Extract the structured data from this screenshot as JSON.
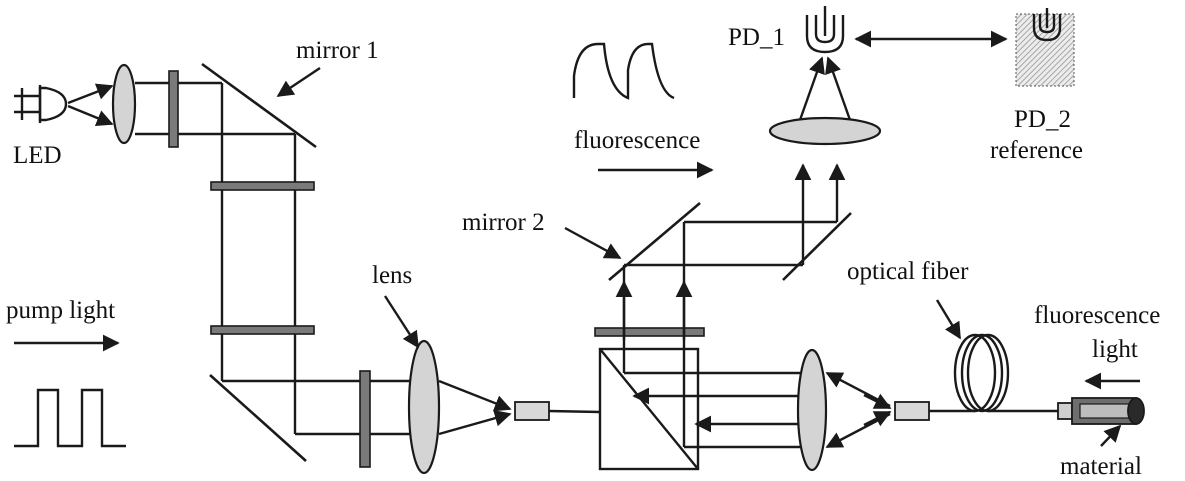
{
  "labels": {
    "led": "LED",
    "mirror1": "mirror 1",
    "mirror2": "mirror 2",
    "pump_light": "pump light",
    "lens": "lens",
    "fluorescence": "fluorescence",
    "pd1": "PD_1",
    "pd2": "PD_2",
    "reference": "reference",
    "optical_fiber": "optical fiber",
    "fluorescence_light_line1": "fluorescence",
    "fluorescence_light_line2": "light",
    "material": "material"
  }
}
